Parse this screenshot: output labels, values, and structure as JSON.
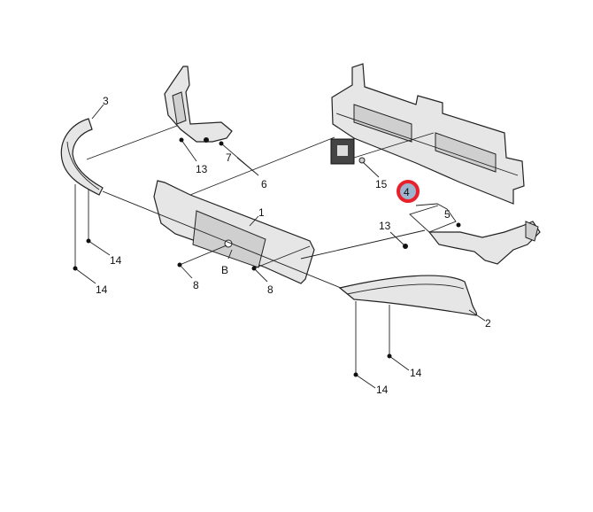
{
  "diagram": {
    "title": "Front bumper exploded parts diagram",
    "highlight_color": "#e8202a",
    "callouts": {
      "c3": "3",
      "c13a": "13",
      "c7": "7",
      "c6": "6",
      "c1": "1",
      "c14a": "14",
      "c14b": "14",
      "c8a": "8",
      "cB": "B",
      "c8b": "8",
      "c15": "15",
      "c4": "4",
      "c5": "5",
      "c13b": "13",
      "c2": "2",
      "c14c": "14",
      "c14d": "14"
    }
  }
}
